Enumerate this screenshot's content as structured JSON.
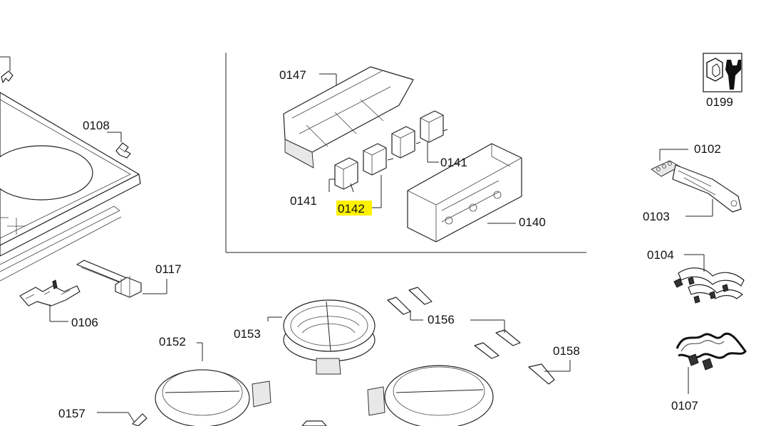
{
  "diagram": {
    "highlight_color": "#fff200",
    "highlighted_label": "0142",
    "labels": {
      "l0147": "0147",
      "l0108": "0108",
      "l0141a": "0141",
      "l0141b": "0141",
      "l0142": "0142",
      "l0140": "0140",
      "l0117": "0117",
      "l0106": "0106",
      "l0153": "0153",
      "l0152": "0152",
      "l0156": "0156",
      "l0158": "0158",
      "l0157": "0157",
      "l0199": "0199",
      "l0102": "0102",
      "l0103": "0103",
      "l0104": "0104",
      "l0107": "0107"
    },
    "icons": {
      "tool": "spanner-nut-icon"
    }
  }
}
